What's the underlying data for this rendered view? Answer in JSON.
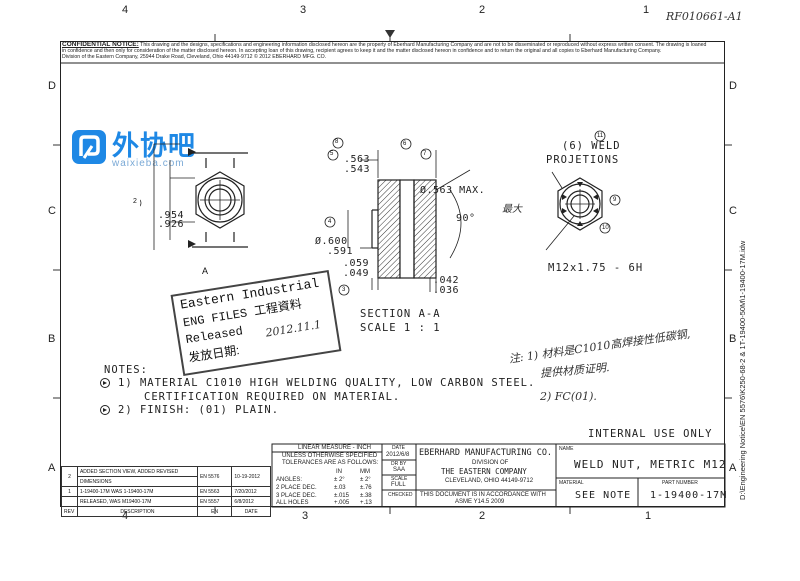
{
  "doc_ref": "RF010661-A1",
  "zones": {
    "top": [
      "4",
      "3",
      "2",
      "1"
    ],
    "bottom": [
      "4",
      "3",
      "2",
      "1"
    ],
    "left": [
      "D",
      "C",
      "B",
      "A"
    ],
    "right": [
      "D",
      "C",
      "B",
      "A"
    ]
  },
  "confidential": {
    "heading": "CONFIDENTIAL NOTICE:",
    "line1": "This drawing and the designs, specifications and engineering information disclosed hereon are the property of Eberhard Manufacturing Company and are not to be disseminated or reproduced without express written consent. The drawing is loaned",
    "line2": "in confidence and then only for consideration of the matter disclosed hereon. In accepting loan of this drawing, recipient agrees to keep it and the matter disclosed hereon in confidence and to return the original and all copies to Eberhard Manufacturing Company.",
    "line3": "Division of the Eastern Company, 25944 Drake Road, Cleveland, Ohio 44149-9712 © 2012 EBERHARD MFG. CO."
  },
  "watermark": {
    "brand": "外协吧",
    "url": "waixieba.com"
  },
  "view_left": {
    "dim_top": ".954",
    "dim_bottom": ".926",
    "section_label": "A",
    "balloon": "2"
  },
  "section_view": {
    "dim_563": ".563",
    "dim_543": ".543",
    "dim_600": "Ø.600",
    "dim_591": ".591",
    "dim_059": ".059",
    "dim_049": ".049",
    "dim_042": ".042",
    "dim_036": ".036",
    "dim_max": "Ø.563 MAX.",
    "angle": "90°",
    "handwritten_max": "最大",
    "title": "SECTION A-A",
    "scale": "SCALE 1 : 1",
    "balloons": [
      "8",
      "5",
      "6",
      "7",
      "4",
      "3"
    ]
  },
  "view_right": {
    "callout": "(6) WELD",
    "callout2": "PROJETIONS",
    "thread": "M12x1.75 - 6H",
    "balloons": [
      "11",
      "9",
      "10"
    ]
  },
  "stamp": {
    "line1": "Eastern Industrial",
    "line2": "ENG FILES 工程資料",
    "line3": "Released",
    "line4": "发放日期:",
    "date": "2012.11.1"
  },
  "notes": {
    "heading": "NOTES:",
    "n1": "1) MATERIAL C1010 HIGH WELDING QUALITY, LOW CARBON STEEL.",
    "n1b": "CERTIFICATION REQUIRED ON MATERIAL.",
    "n2": "2) FINISH: (01) PLAIN."
  },
  "handwritten_notes": {
    "l1": "注: 1) 材料是C1010高焊接性低碳钢,",
    "l2": "提供材质证明.",
    "l3": "2) FC(01)."
  },
  "internal_use": "INTERNAL USE ONLY",
  "revisions": [
    {
      "rev": "2",
      "desc1": "ADDED SECTION VIEW, ADDED REVISED",
      "desc2": "DIMENSIONS",
      "en": "EN 5576",
      "date": "10-19-2012"
    },
    {
      "rev": "1",
      "desc1": "1-19400-17M WAS 1-19400-17M",
      "desc2": "",
      "en": "EN 5563",
      "date": "7/20/2012"
    },
    {
      "rev": "",
      "desc1": "RELEASED, WAS M19400-17M",
      "desc2": "",
      "en": "EN 5557",
      "date": "6/8/2012"
    }
  ],
  "rev_header": {
    "rev": "REV",
    "desc": "DESCRIPTION",
    "en": "EN",
    "date": "DATE"
  },
  "tolerances": {
    "header1": "LINEAR MEASURE - INCH",
    "header2": "UNLESS OTHERWISE SPECIFIED",
    "header3": "TOLERANCES ARE AS FOLLOWS:",
    "cols": [
      "IN",
      "MM"
    ],
    "rows": [
      [
        "ANGLES:",
        "± 2°",
        "± 2°"
      ],
      [
        "2 PLACE DEC.",
        "±.03",
        "±.76"
      ],
      [
        "3 PLACE DEC.",
        "±.015",
        "±.38"
      ],
      [
        "ALL HOLES",
        "+.005",
        "+.13"
      ]
    ]
  },
  "approvals": {
    "date_label": "DATE",
    "date_val": "2012/6/8",
    "drby_label": "DR BY",
    "drby_val": "SAA",
    "scale_label": "SCALE",
    "scale_val": "FULL",
    "checked_label": "CHECKED"
  },
  "company": {
    "name": "EBERHARD MANUFACTURING CO.",
    "div": "DIVISION OF",
    "parent": "THE EASTERN COMPANY",
    "city": "CLEVELAND, OHIO 44149-9712",
    "std1": "THIS DOCUMENT IS IN ACCORDANCE WITH",
    "std2": "ASME Y14.5 2009"
  },
  "title_block": {
    "name_label": "NAME",
    "name": "WELD NUT, METRIC M12",
    "material_label": "MATERIAL",
    "material": "SEE NOTE",
    "part_label": "PART NUMBER",
    "part": "1-19400-17M"
  },
  "side_path": "D:\\Engineering Notice\\EN 5576\\K250-68-2 & 1T-19400-50M\\1-19400-17M.idw"
}
